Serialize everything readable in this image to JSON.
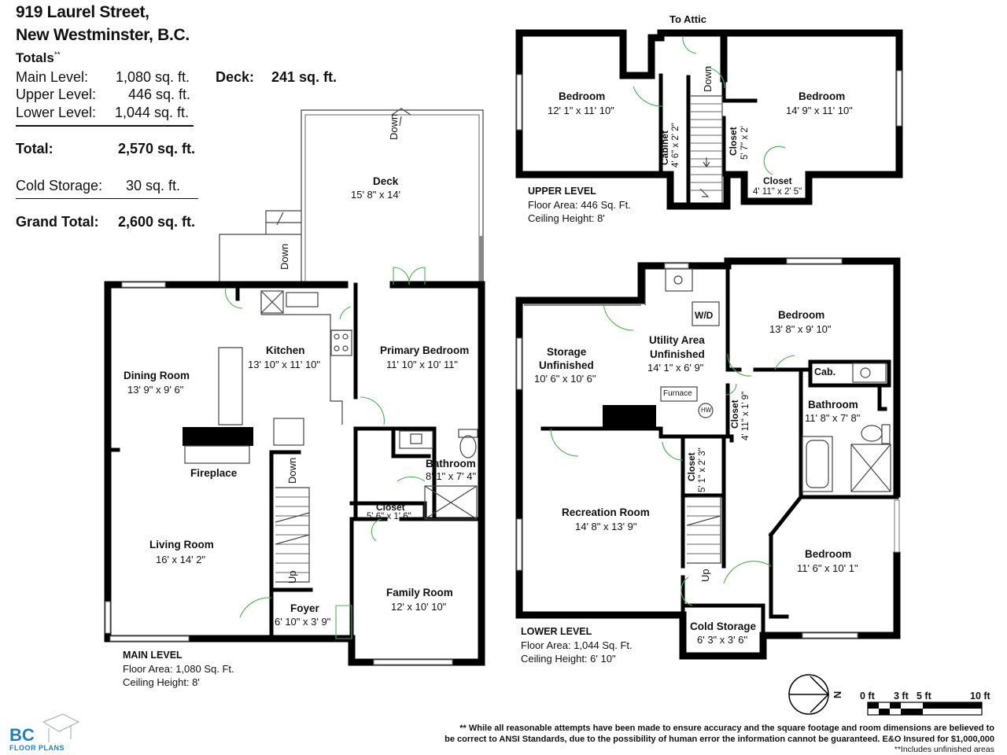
{
  "header": {
    "address_line1": "919 Laurel Street,",
    "address_line2": "New Westminster, B.C."
  },
  "totals": {
    "heading": "Totals",
    "heading_mark": "**",
    "main_label": "Main Level:",
    "main_value": "1,080 sq. ft.",
    "upper_label": "Upper Level:",
    "upper_value": "446 sq. ft.",
    "lower_label": "Lower Level:",
    "lower_value": "1,044 sq. ft.",
    "deck_label": "Deck:",
    "deck_value": "241 sq. ft.",
    "total_label": "Total:",
    "total_value": "2,570 sq. ft.",
    "cold_label": "Cold Storage:",
    "cold_value": "30 sq. ft.",
    "grand_label": "Grand Total:",
    "grand_value": "2,600 sq. ft."
  },
  "main_level": {
    "title": "MAIN LEVEL",
    "floor_area": "Floor Area: 1,080 Sq. Ft.",
    "ceiling": "Ceiling Height: 8'",
    "deck": {
      "name": "Deck",
      "dim": "15' 8\" x 14'"
    },
    "deck_down1": "Down",
    "deck_down2": "Down",
    "dining": {
      "name": "Dining Room",
      "dim": "13' 9\" x 9' 6\""
    },
    "kitchen": {
      "name": "Kitchen",
      "dim": "13' 10\" x 11' 10\""
    },
    "primary": {
      "name": "Primary Bedroom",
      "dim": "11' 10\" x 10' 11\""
    },
    "fireplace": "Fireplace",
    "stair_down": "Down",
    "stair_up": "Up",
    "bathroom": {
      "name": "Bathroom",
      "dim": "8' 1\" x 7' 4\""
    },
    "closet": {
      "name": "Closet",
      "dim": "5' 6\" x 1' 6\""
    },
    "living": {
      "name": "Living Room",
      "dim": "16' x 14' 2\""
    },
    "family": {
      "name": "Family Room",
      "dim": "12' x 10' 10\""
    },
    "foyer": {
      "name": "Foyer",
      "dim": "6' 10\" x 3' 9\""
    }
  },
  "upper_level": {
    "title": "UPPER LEVEL",
    "floor_area": "Floor Area: 446 Sq. Ft.",
    "ceiling": "Ceiling Height: 8'",
    "to_attic": "To Attic",
    "stair_down": "Down",
    "bedroom1": {
      "name": "Bedroom",
      "dim": "12' 1\" x 11' 10\""
    },
    "bedroom2": {
      "name": "Bedroom",
      "dim": "14' 9\" x 11' 10\""
    },
    "cabinet": {
      "name": "Cabinet",
      "dim": "4' 6\" x 2' 2\""
    },
    "closet_v": {
      "name": "Closet",
      "dim": "5' 7\" x 2'"
    },
    "closet_h": {
      "name": "Closet",
      "dim": "4' 11\" x 2' 5\""
    }
  },
  "lower_level": {
    "title": "LOWER LEVEL",
    "floor_area": "Floor Area: 1,044 Sq. Ft.",
    "ceiling": "Ceiling Height: 6' 10\"",
    "storage": {
      "name1": "Storage",
      "name2": "Unfinished",
      "dim": "10' 6\" x 10' 6\""
    },
    "utility": {
      "name1": "Utility Area",
      "name2": "Unfinished",
      "dim": "14' 1\" x 6' 9\""
    },
    "wd": "W/D",
    "furnace": "Furnace",
    "hw": "HW",
    "bedroom1": {
      "name": "Bedroom",
      "dim": "13' 8\" x 9' 10\""
    },
    "closet1": {
      "name": "Closet",
      "dim": "4' 11\" x 1' 9\""
    },
    "cab": "Cab.",
    "bathroom": {
      "name": "Bathroom",
      "dim": "11' 8\" x 7' 8\""
    },
    "closet2": {
      "name": "Closet",
      "dim": "5' 1\" x 2' 3\""
    },
    "recreation": {
      "name": "Recreation Room",
      "dim": "14' 8\" x 13' 9\""
    },
    "stair_up": "Up",
    "bedroom2": {
      "name": "Bedroom",
      "dim": "11' 6\" x 10' 1\""
    },
    "cold": {
      "name": "Cold Storage",
      "dim": "6' 3\" x 3' 6\""
    }
  },
  "compass": {
    "letter": "N"
  },
  "scale": {
    "t0": "0 ft",
    "t3": "3 ft",
    "t5": "5 ft",
    "t10": "10 ft"
  },
  "disclaimer": {
    "line1": "** While all reasonable attempts have been made to ensure accuracy and the square footage and room dimensions are believed to",
    "line2": "be correct to ANSI Standards, due to the possibility of human error the information cannot be guaranteed. E&O Insured for $1,000,000",
    "line3": "**Includes unfinished areas"
  },
  "logo": {
    "text1": "BC",
    "text2": "FLOOR PLANS"
  }
}
